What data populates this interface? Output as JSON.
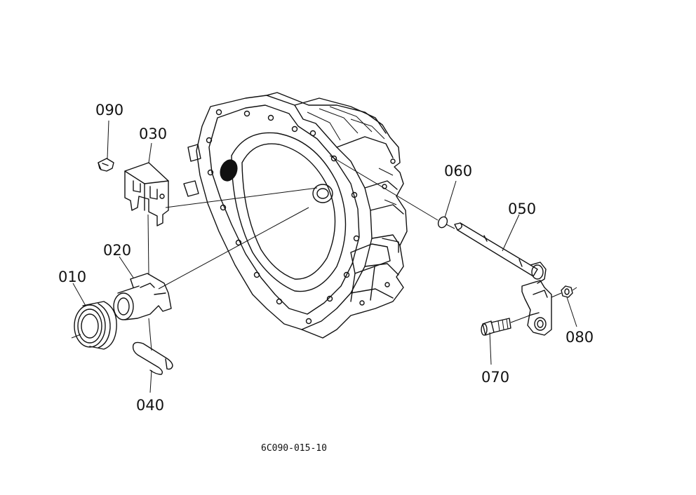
{
  "diagram": {
    "drawing_code": "6C090-015-10",
    "parts": [
      {
        "id": "p010",
        "label": "010"
      },
      {
        "id": "p020",
        "label": "020"
      },
      {
        "id": "p030",
        "label": "030"
      },
      {
        "id": "p040",
        "label": "040"
      },
      {
        "id": "p050",
        "label": "050"
      },
      {
        "id": "p060",
        "label": "060"
      },
      {
        "id": "p070",
        "label": "070"
      },
      {
        "id": "p080",
        "label": "080"
      },
      {
        "id": "p090",
        "label": "090"
      }
    ]
  }
}
